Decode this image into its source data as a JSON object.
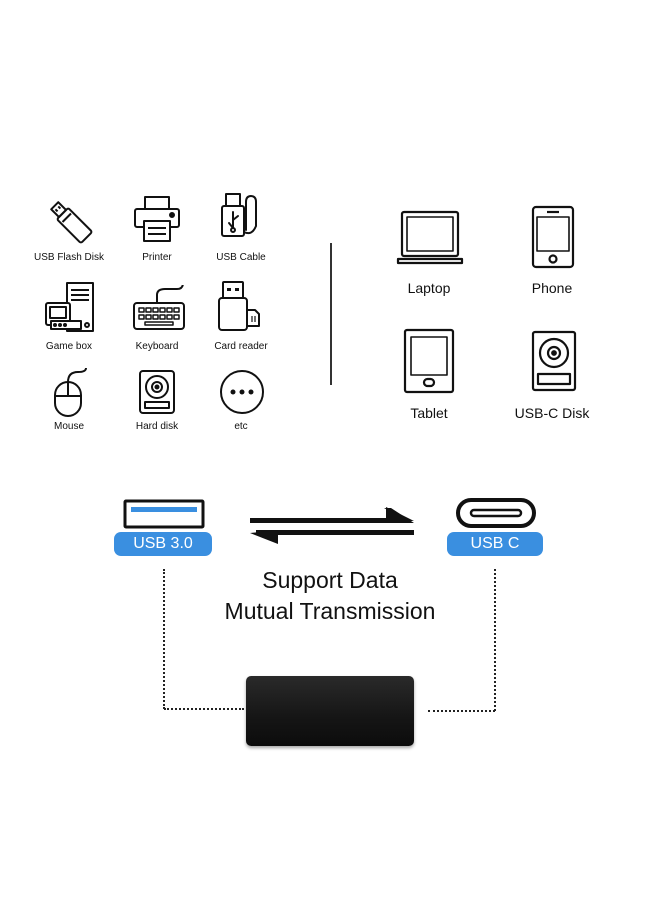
{
  "left_devices": [
    {
      "label": "USB Flash Disk",
      "icon": "usb-flash-disk-icon"
    },
    {
      "label": "Printer",
      "icon": "printer-icon"
    },
    {
      "label": "USB Cable",
      "icon": "usb-cable-icon"
    },
    {
      "label": "Game box",
      "icon": "game-box-icon"
    },
    {
      "label": "Keyboard",
      "icon": "keyboard-icon"
    },
    {
      "label": "Card reader",
      "icon": "card-reader-icon"
    },
    {
      "label": "Mouse",
      "icon": "mouse-icon"
    },
    {
      "label": "Hard disk",
      "icon": "hard-disk-icon"
    },
    {
      "label": "etc",
      "icon": "more-dots-icon"
    }
  ],
  "right_devices": [
    {
      "label": "Laptop",
      "icon": "laptop-icon"
    },
    {
      "label": "Phone",
      "icon": "phone-icon"
    },
    {
      "label": "Tablet",
      "icon": "tablet-icon"
    },
    {
      "label": "USB-C Disk",
      "icon": "usb-c-disk-icon"
    }
  ],
  "ports": {
    "left_label": "USB 3.0",
    "right_label": "USB C"
  },
  "headline": {
    "line1": "Support Data",
    "line2": "Mutual Transmission"
  },
  "colors": {
    "accent": "#3a8fe0",
    "device_body": "#151515"
  }
}
